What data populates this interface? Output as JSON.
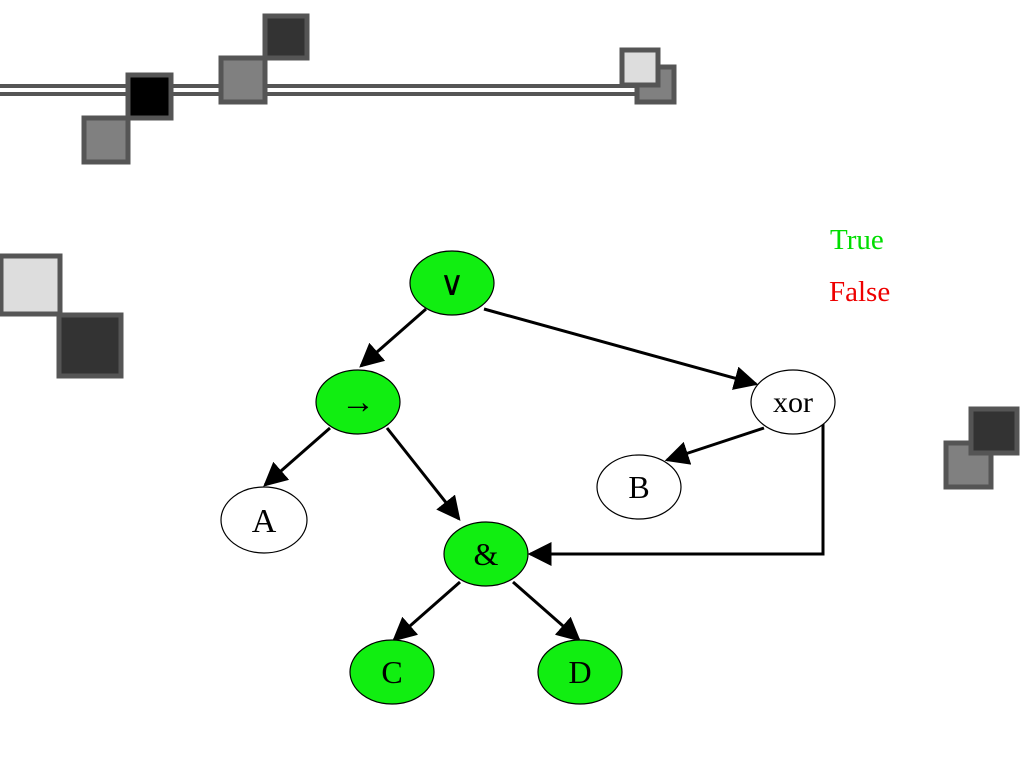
{
  "legend": {
    "true_label": "True",
    "false_label": "False",
    "true_color": "#00dd00",
    "false_color": "#ee0000"
  },
  "colors": {
    "node_true_fill": "#11ee11",
    "node_neutral_fill": "#ffffff",
    "node_stroke": "#000000",
    "edge": "#000000",
    "deco_dark": "#333333",
    "deco_mid": "#808080",
    "deco_light": "#dddddd",
    "deco_black": "#000000",
    "deco_border": "#555555"
  },
  "tree": {
    "nodes": [
      {
        "id": "or",
        "label": "∨",
        "state": "true"
      },
      {
        "id": "implies",
        "label": "→",
        "state": "true"
      },
      {
        "id": "xor",
        "label": "xor",
        "state": "none"
      },
      {
        "id": "a",
        "label": "A",
        "state": "none"
      },
      {
        "id": "and",
        "label": "&",
        "state": "true"
      },
      {
        "id": "b",
        "label": "B",
        "state": "none"
      },
      {
        "id": "c",
        "label": "C",
        "state": "true"
      },
      {
        "id": "d",
        "label": "D",
        "state": "true"
      }
    ],
    "edges": [
      {
        "from": "or",
        "to": "implies"
      },
      {
        "from": "or",
        "to": "xor"
      },
      {
        "from": "implies",
        "to": "a"
      },
      {
        "from": "implies",
        "to": "and"
      },
      {
        "from": "xor",
        "to": "b"
      },
      {
        "from": "xor",
        "to": "and"
      },
      {
        "from": "and",
        "to": "c"
      },
      {
        "from": "and",
        "to": "d"
      }
    ]
  }
}
